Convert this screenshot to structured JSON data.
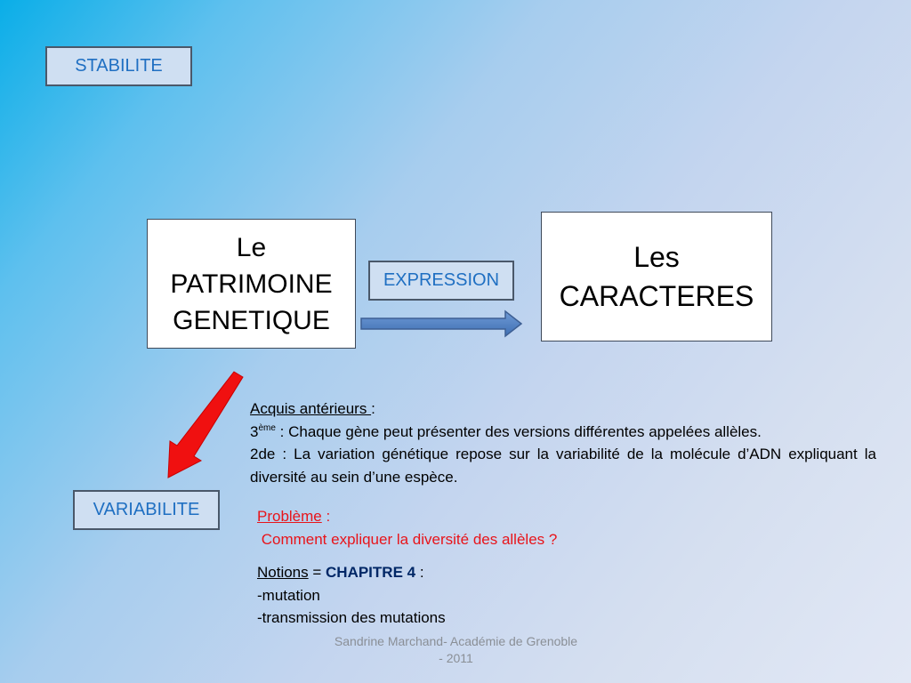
{
  "stabilite": "STABILITE",
  "patrimoine": {
    "line1": "Le",
    "line2": "PATRIMOINE",
    "line3": "GENETIQUE"
  },
  "caracteres": {
    "line1": "Les",
    "line2": "CARACTERES"
  },
  "expression": "EXPRESSION",
  "variabilite": "VARIABILITE",
  "acquis": {
    "title": "Acquis antérieurs ",
    "title_colon": ":",
    "line1_num": "3",
    "line1_sup": "ème",
    "line1_text": " : Chaque gène peut présenter des versions différentes appelées allèles.",
    "line2_text": "2de : La variation génétique repose sur la variabilité de la molécule d’ADN expliquant la diversité au sein d’une espèce."
  },
  "probleme": {
    "title": "Problème",
    "colon": " :",
    "question": " Comment expliquer la diversité des allèles ?"
  },
  "notions": {
    "title": "Notions",
    "equals": " = ",
    "chapitre": "CHAPITRE 4",
    "colon": " :",
    "items": [
      "-mutation",
      "-transmission des mutations"
    ]
  },
  "footer": {
    "line1": "Sandrine Marchand- Académie de Grenoble",
    "line2": "- 2011"
  },
  "colors": {
    "arrow_blue": "#4f7fc0",
    "arrow_red": "#f01010",
    "label_blue": "#1f6fc2",
    "problem_red": "#e8141a"
  }
}
